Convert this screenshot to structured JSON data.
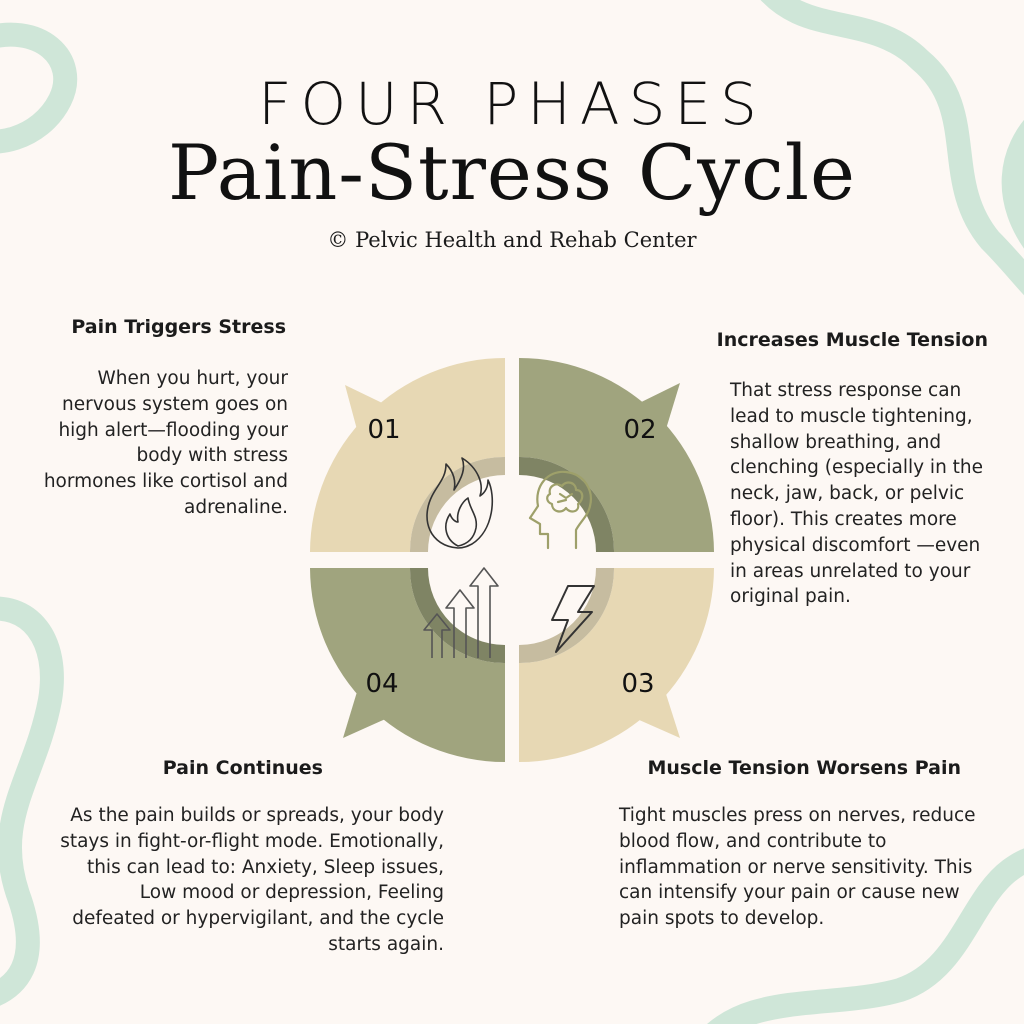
{
  "header": {
    "title_line1": "FOUR PHASES",
    "title_line2": "Pain-Stress Cycle",
    "credit": "© Pelvic Health and Rehab Center"
  },
  "colors": {
    "background": "#fdf8f4",
    "swirl": "#cfe6d8",
    "beige": "#e7d8b4",
    "olive": "#a0a47e",
    "beige_inner": "#c6bca0",
    "olive_inner": "#7f8464",
    "icon_stroke": "#333333",
    "brain_icon": "#9ea06a"
  },
  "phases": [
    {
      "number": "01",
      "heading": "Pain Triggers Stress",
      "text": "When you hurt, your nervous system goes on high alert—flooding your body with stress hormones like cortisol and adrenaline.",
      "icon": "flame-icon"
    },
    {
      "number": "02",
      "heading": "Increases Muscle Tension",
      "text": "That stress response can lead to muscle tightening, shallow breathing, and clenching (especially in the neck, jaw, back, or pelvic floor). This creates more physical discomfort —even in areas unrelated to your original pain.",
      "icon": "brain-head-icon"
    },
    {
      "number": "03",
      "heading": "Muscle Tension Worsens Pain",
      "text": "Tight muscles press on nerves, reduce blood flow, and contribute to inflammation or nerve sensitivity. This can intensify your pain or cause new pain spots to develop.",
      "icon": "lightning-bolt-icon"
    },
    {
      "number": "04",
      "heading": "Pain Continues",
      "text": "As the pain builds or spreads, your body stays in fight-or-flight mode. Emotionally, this can lead to: Anxiety, Sleep issues, Low mood or depression, Feeling defeated or hypervigilant, and the cycle starts again.",
      "icon": "rising-arrows-icon"
    }
  ]
}
